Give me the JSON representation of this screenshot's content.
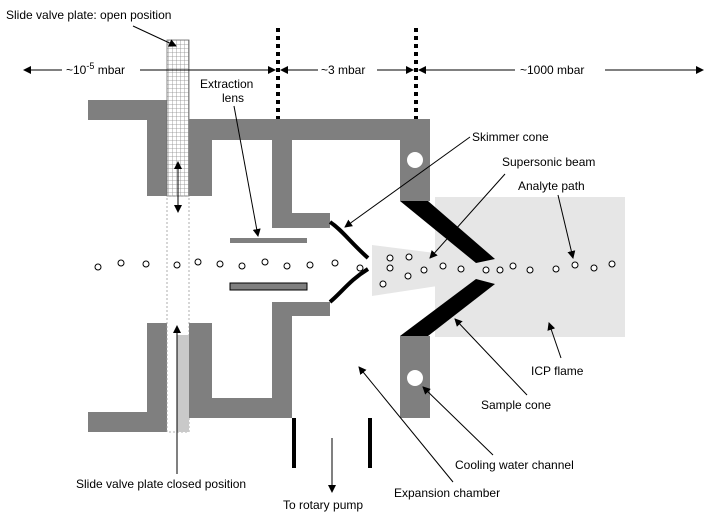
{
  "labels": {
    "slide_open": "Slide valve plate: open position",
    "slide_closed": "Slide valve plate closed position",
    "pressure_low_prefix": "~10",
    "pressure_low_exp": "-5",
    "pressure_low_unit": " mbar",
    "pressure_mid": "~3 mbar",
    "pressure_high": "~1000 mbar",
    "extraction_lens_1": "Extraction",
    "extraction_lens_2": "lens",
    "skimmer_cone": "Skimmer cone",
    "supersonic_beam": "Supersonic beam",
    "analyte_path": "Analyte path",
    "icp_flame": "ICP flame",
    "sample_cone": "Sample cone",
    "cooling_water": "Cooling  water channel",
    "expansion_chamber": "Expansion chamber",
    "rotary_pump": "To rotary pump"
  },
  "colors": {
    "wall": "#7f7f7f",
    "cone": "#000000",
    "flame": "#e6e6e6",
    "valve_grid": "#9a9a9a",
    "valve_closed": "#c9c9c9"
  }
}
